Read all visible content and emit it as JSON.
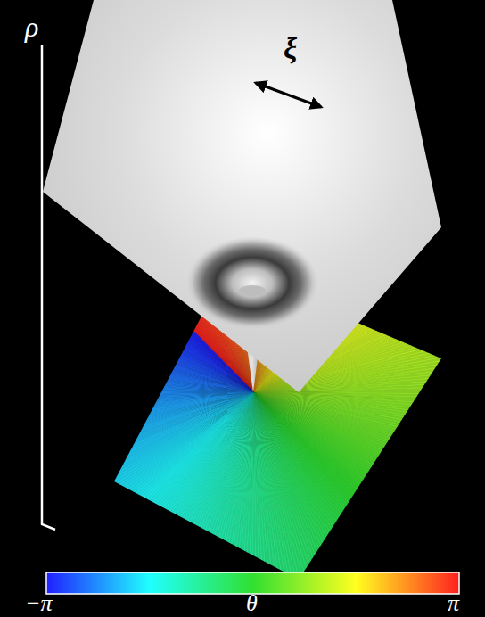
{
  "diagram": {
    "labels": [
      "ρ",
      "ξ",
      "−π",
      "θ",
      "π"
    ]
  }
}
